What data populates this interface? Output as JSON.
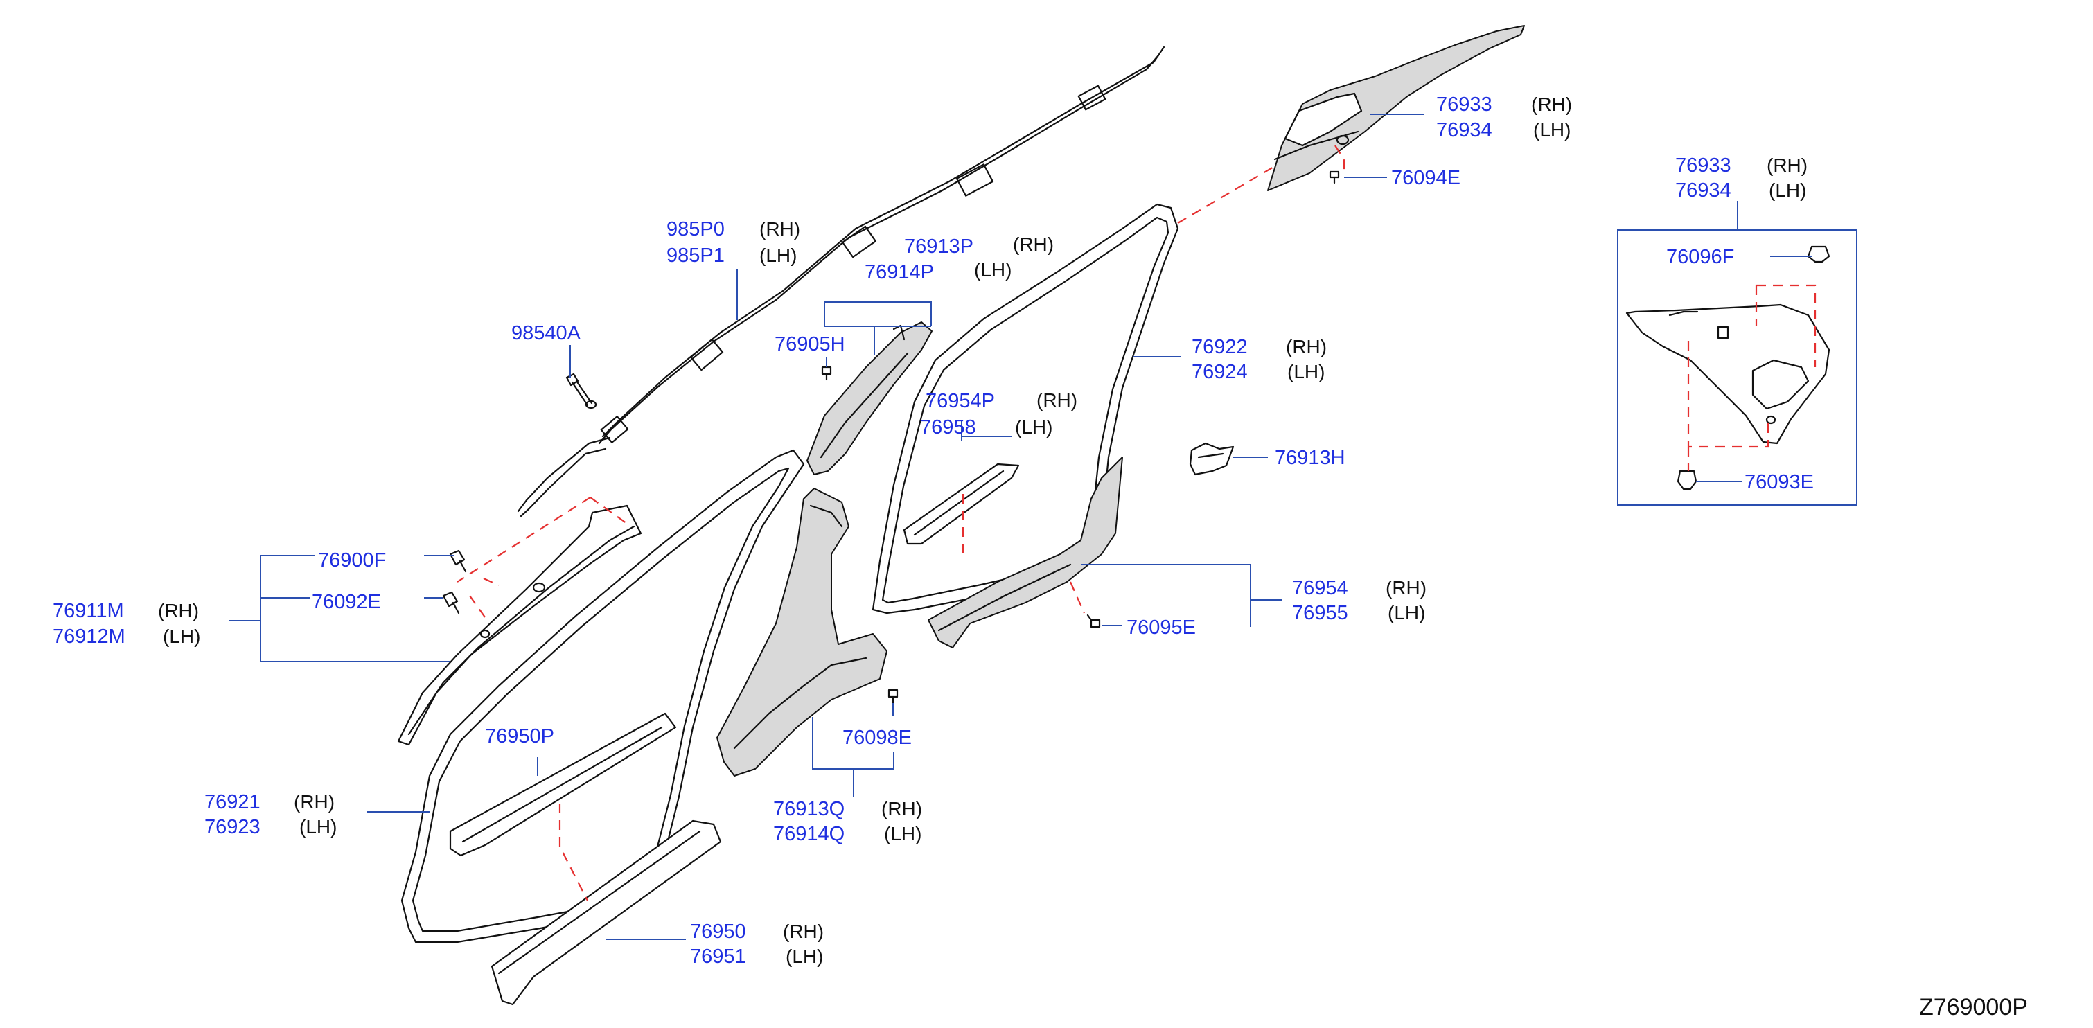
{
  "callouts": [
    {
      "id": "c1",
      "pn": "76933",
      "side": "(RH)"
    },
    {
      "id": "c2",
      "pn": "76934",
      "side": "(LH)"
    },
    {
      "id": "c3",
      "pn": "76094E"
    },
    {
      "id": "c4",
      "pn": "985P0",
      "side": "(RH)"
    },
    {
      "id": "c5",
      "pn": "985P1",
      "side": "(LH)"
    },
    {
      "id": "c6",
      "pn": "76913P",
      "side": "(RH)"
    },
    {
      "id": "c7",
      "pn": "76914P",
      "side": "(LH)"
    },
    {
      "id": "c8",
      "pn": "98540A"
    },
    {
      "id": "c9",
      "pn": "76905H"
    },
    {
      "id": "c10",
      "pn": "76922",
      "side": "(RH)"
    },
    {
      "id": "c11",
      "pn": "76924",
      "side": "(LH)"
    },
    {
      "id": "c12",
      "pn": "76954P",
      "side": "(RH)"
    },
    {
      "id": "c13",
      "pn": "76958",
      "side": "(LH)"
    },
    {
      "id": "c14",
      "pn": "76913H"
    },
    {
      "id": "c15",
      "pn": "76900F"
    },
    {
      "id": "c16",
      "pn": "76092E"
    },
    {
      "id": "c17",
      "pn": "76911M",
      "side": "(RH)"
    },
    {
      "id": "c18",
      "pn": "76912M",
      "side": "(LH)"
    },
    {
      "id": "c19",
      "pn": "76954",
      "side": "(RH)"
    },
    {
      "id": "c20",
      "pn": "76955",
      "side": "(LH)"
    },
    {
      "id": "c21",
      "pn": "76095E"
    },
    {
      "id": "c22",
      "pn": "76950P"
    },
    {
      "id": "c23",
      "pn": "76098E"
    },
    {
      "id": "c24",
      "pn": "76921",
      "side": "(RH)"
    },
    {
      "id": "c25",
      "pn": "76923",
      "side": "(LH)"
    },
    {
      "id": "c26",
      "pn": "76913Q",
      "side": "(RH)"
    },
    {
      "id": "c27",
      "pn": "76914Q",
      "side": "(LH)"
    },
    {
      "id": "c28",
      "pn": "76950",
      "side": "(RH)"
    },
    {
      "id": "c29",
      "pn": "76951",
      "side": "(LH)"
    },
    {
      "id": "c30",
      "pn": "76933",
      "side": "(RH)"
    },
    {
      "id": "c31",
      "pn": "76934",
      "side": "(LH)"
    },
    {
      "id": "c32",
      "pn": "76096F"
    },
    {
      "id": "c33",
      "pn": "76093E"
    }
  ],
  "diagram_code": "Z769000P",
  "colors": {
    "part_number": "#1f2fe0",
    "leader": "#2a4fb0",
    "dashed_guide": "#e53030",
    "outline": "#111111"
  }
}
